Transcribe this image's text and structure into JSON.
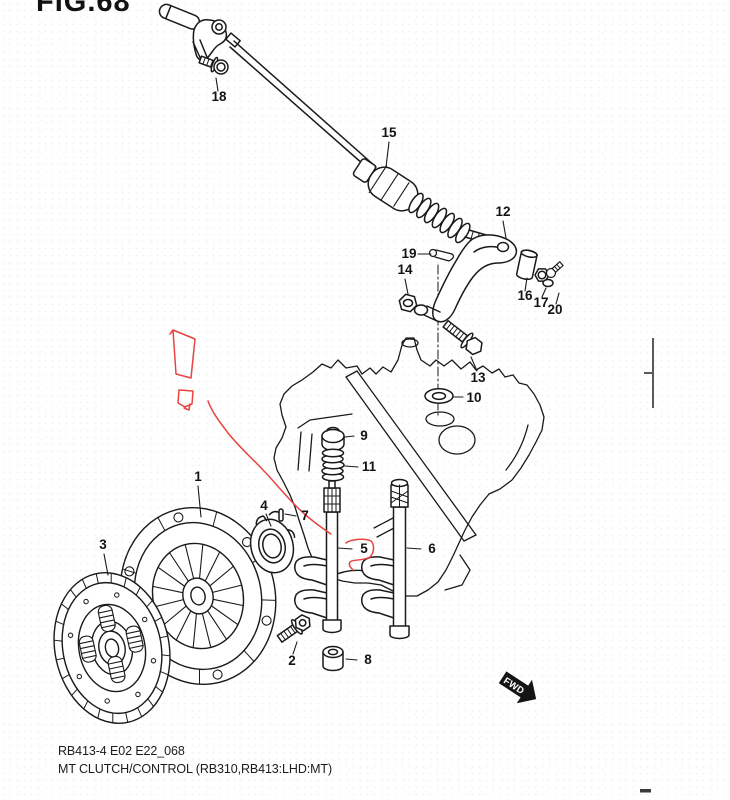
{
  "figure_title": "FIG.68",
  "footer": {
    "code_line": "RB413-4 E02 E22_068",
    "title_line": "MT CLUTCH/CONTROL (RB310,RB413:LHD:MT)"
  },
  "fwd_marker": "FWD",
  "callouts": [
    "1",
    "2",
    "3",
    "4",
    "5",
    "6",
    "7",
    "8",
    "9",
    "10",
    "11",
    "12",
    "13",
    "14",
    "15",
    "16",
    "17",
    "18",
    "19",
    "20"
  ],
  "colors": {
    "line": "#1a1a1a",
    "annotation_red": "#e8433f",
    "background": "#ffffff"
  }
}
